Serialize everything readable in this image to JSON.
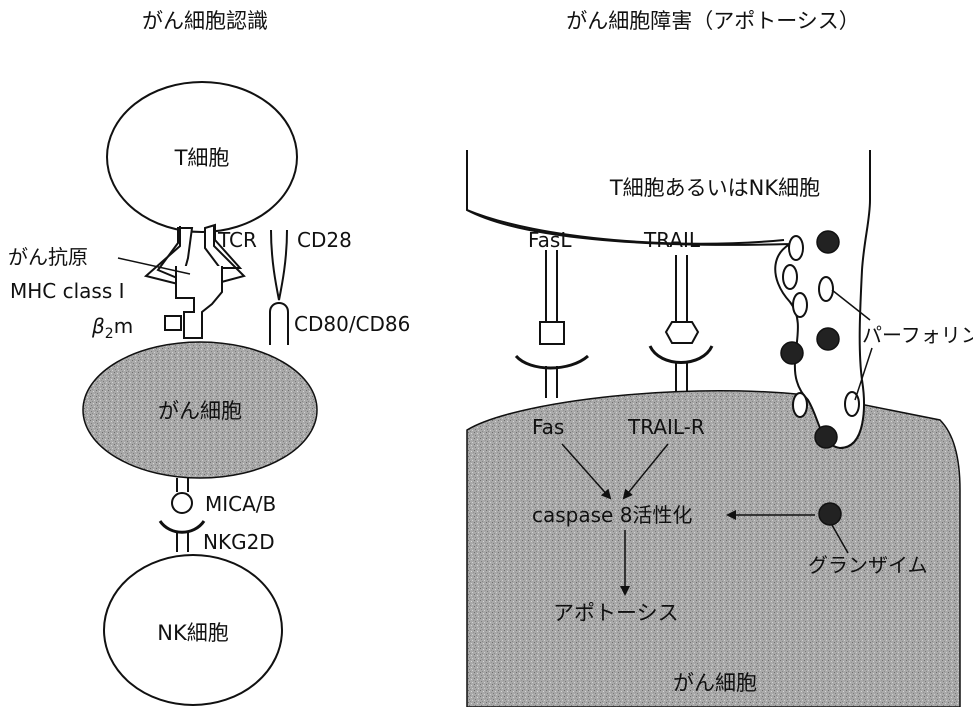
{
  "left_panel": {
    "title": "がん細胞認識",
    "t_cell": "T細胞",
    "tcr": "TCR",
    "cd28": "CD28",
    "cancer_antigen": "がん抗原",
    "mhc": "MHC class I",
    "b2m": "β",
    "b2m_sub": "2",
    "b2m_m": "m",
    "cd80": "CD80/CD86",
    "cancer_cell": "がん細胞",
    "mica": "MICA/B",
    "nkg2d": "NKG2D",
    "nk_cell": "NK細胞"
  },
  "right_panel": {
    "title": "がん細胞障害（アポトーシス）",
    "effector_cell": "T細胞あるいはNK細胞",
    "fasl": "FasL",
    "trail": "TRAIL",
    "perforin": "パーフォリン",
    "fas": "Fas",
    "trail_r": "TRAIL-R",
    "caspase": "caspase 8活性化",
    "granzyme": "グランザイム",
    "apoptosis": "アポトーシス",
    "cancer_cell": "がん細胞"
  }
}
